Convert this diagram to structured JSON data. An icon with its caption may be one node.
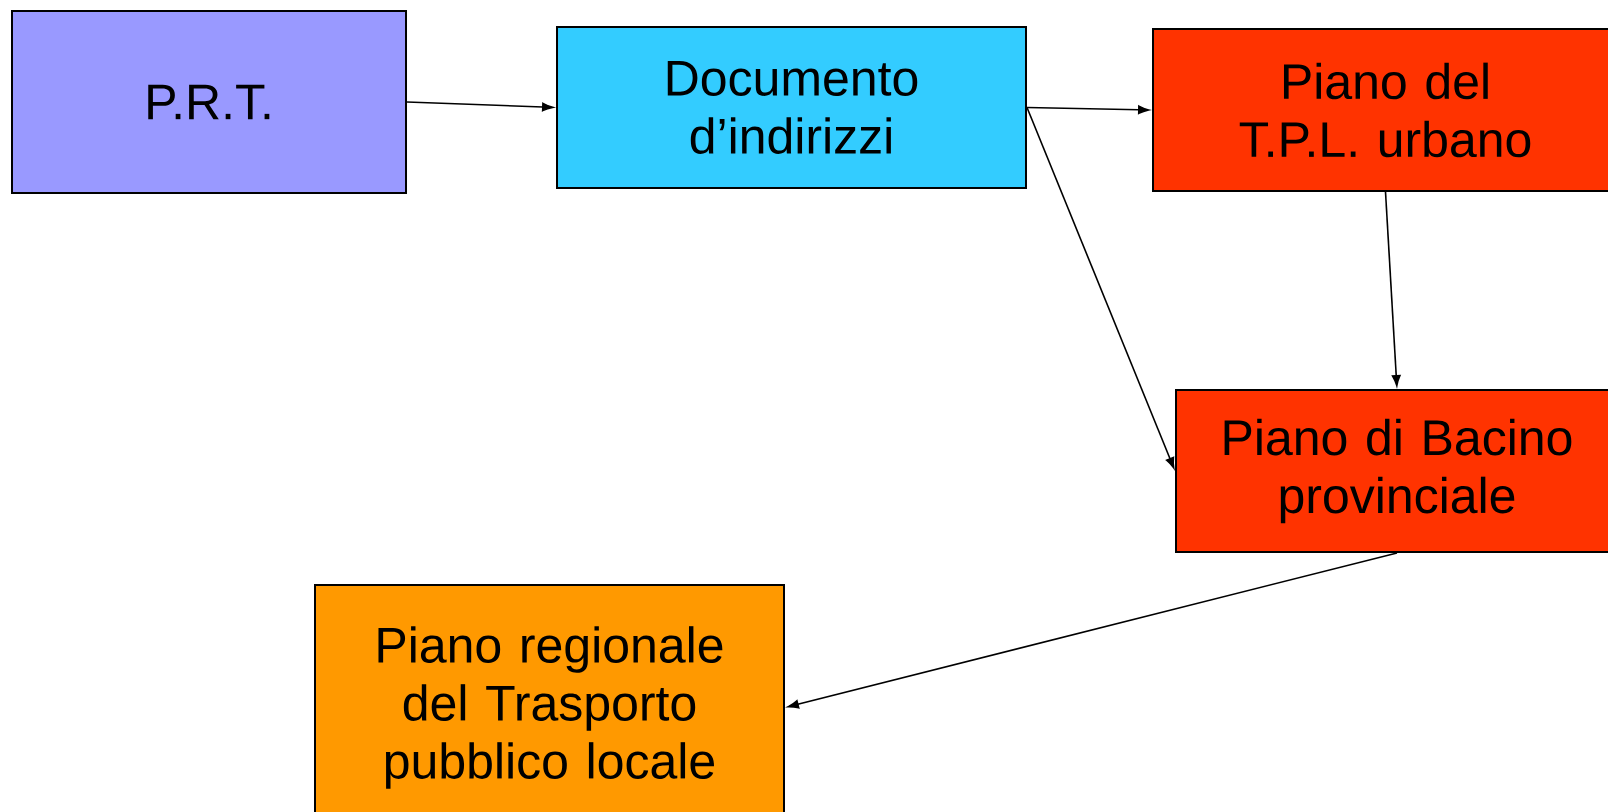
{
  "diagram": {
    "nodes": [
      {
        "text": [
          "P.R.T."
        ]
      },
      {
        "text": [
          "Documento d’indirizzi"
        ]
      },
      {
        "text": [
          "Piano del T.P.L. urbano"
        ]
      },
      {
        "text": [
          "Piano di Bacino provinciale"
        ]
      },
      {
        "text": [
          "Piano regionale del Trasporto pubblico locale"
        ]
      }
    ],
    "edges": [
      {
        "from": 0,
        "to": 1,
        "arrow": "to"
      },
      {
        "from": 1,
        "to": 2,
        "arrow": "to"
      },
      {
        "from": 1,
        "to": 3,
        "arrow": "to"
      },
      {
        "from": 2,
        "to": 3,
        "arrow": "to"
      },
      {
        "from": 3,
        "to": 4,
        "arrow": "to"
      }
    ]
  }
}
